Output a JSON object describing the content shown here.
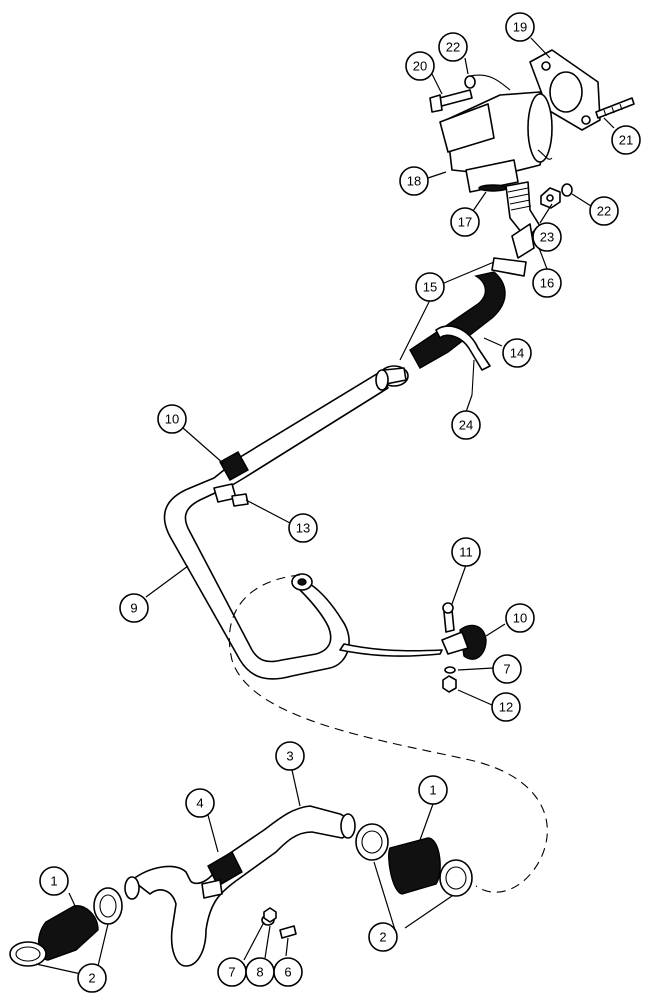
{
  "callouts": [
    {
      "id": "c1",
      "label": "1"
    },
    {
      "id": "c1b",
      "label": "1"
    },
    {
      "id": "c2",
      "label": "2"
    },
    {
      "id": "c2b",
      "label": "2"
    },
    {
      "id": "c3",
      "label": "3"
    },
    {
      "id": "c4",
      "label": "4"
    },
    {
      "id": "c6",
      "label": "6"
    },
    {
      "id": "c7",
      "label": "7"
    },
    {
      "id": "c7b",
      "label": "7"
    },
    {
      "id": "c8",
      "label": "8"
    },
    {
      "id": "c9",
      "label": "9"
    },
    {
      "id": "c10",
      "label": "10"
    },
    {
      "id": "c10b",
      "label": "10"
    },
    {
      "id": "c11",
      "label": "11"
    },
    {
      "id": "c12",
      "label": "12"
    },
    {
      "id": "c13",
      "label": "13"
    },
    {
      "id": "c14",
      "label": "14"
    },
    {
      "id": "c15",
      "label": "15"
    },
    {
      "id": "c16",
      "label": "16"
    },
    {
      "id": "c17",
      "label": "17"
    },
    {
      "id": "c18",
      "label": "18"
    },
    {
      "id": "c19",
      "label": "19"
    },
    {
      "id": "c20",
      "label": "20"
    },
    {
      "id": "c21",
      "label": "21"
    },
    {
      "id": "c22",
      "label": "22"
    },
    {
      "id": "c22b",
      "label": "22"
    },
    {
      "id": "c23",
      "label": "23"
    },
    {
      "id": "c24",
      "label": "24"
    }
  ]
}
